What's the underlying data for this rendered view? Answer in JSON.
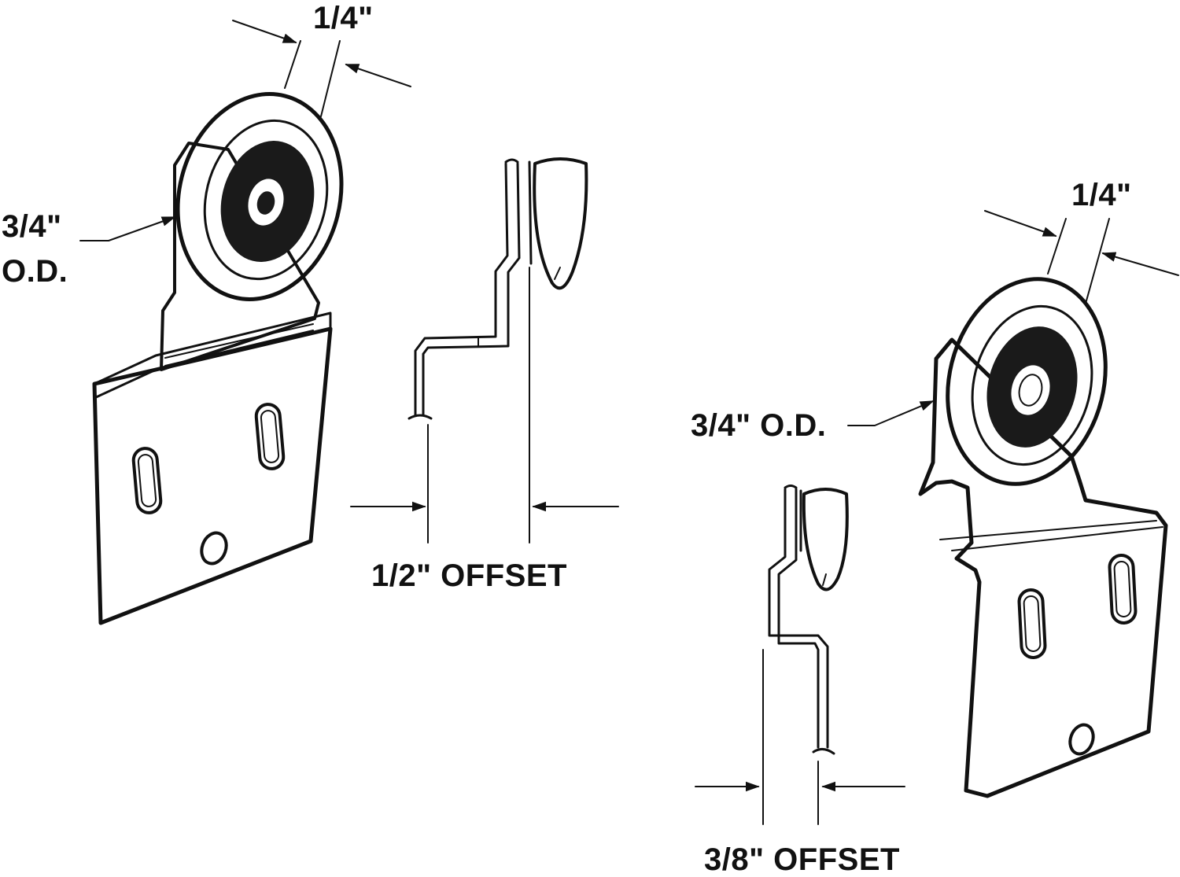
{
  "colors": {
    "ink": "#111111",
    "paper": "#ffffff",
    "metal": "#f4f4f4",
    "tire": "#1a1a1a"
  },
  "left_roller": {
    "width_label": "1/4\"",
    "diameter_label_line1": "3/4\"",
    "diameter_label_line2": "O.D.",
    "offset_label": "1/2\" OFFSET"
  },
  "right_roller": {
    "width_label": "1/4\"",
    "diameter_label": "3/4\" O.D.",
    "offset_label": "3/8\" OFFSET"
  }
}
